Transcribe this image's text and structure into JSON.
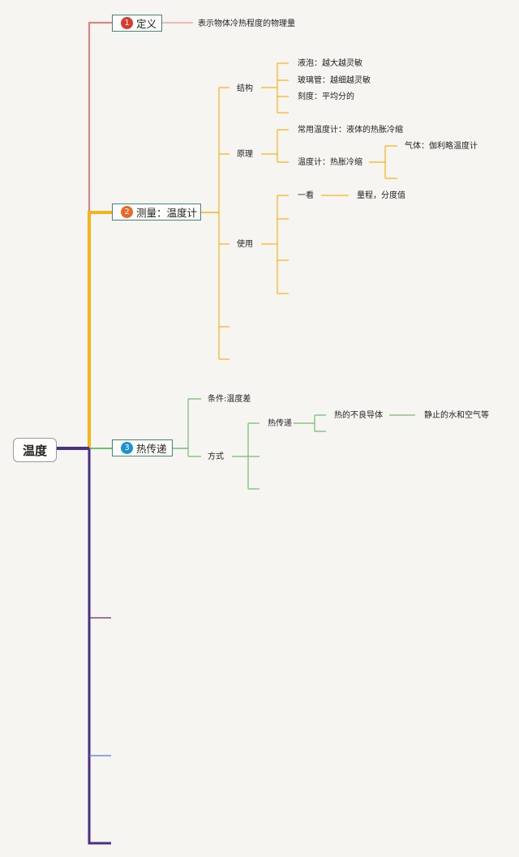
{
  "root": {
    "label": "温度"
  },
  "topics": [
    {
      "number": "1",
      "label": "定义",
      "color": "#ef7a7a",
      "badge_color": "#d83b2e",
      "notes": [
        "表示物体冷热程度的物理量"
      ]
    },
    {
      "number": "2",
      "label": "测量：温度计",
      "color": "#f5b41c",
      "badge_color": "#e8692a",
      "branches": [
        {
          "label": "结构",
          "items": [
            "液泡：越大越灵敏",
            "玻璃管：越细越灵敏",
            "刻度：平均分的"
          ]
        },
        {
          "label": "原理",
          "items": [
            "常用温度计：液体的热胀冷缩",
            "温度计：热胀冷缩"
          ],
          "sub_items": [
            "气体：伽利略温度计"
          ]
        },
        {
          "label": "使用",
          "items": [
            "一看"
          ],
          "sub_items": [
            "量程，分度值"
          ]
        }
      ]
    },
    {
      "number": "3",
      "label": "热传递",
      "color": "#72bd6e",
      "badge_color": "#1d8fd6",
      "branches": [
        {
          "label": "条件:温度差"
        },
        {
          "label": "方式",
          "items": [
            "热传递"
          ],
          "sub_items": [
            "热的不良导体"
          ],
          "leaf": [
            "静止的水和空气等"
          ]
        }
      ]
    }
  ],
  "colors": {
    "trunk": "#4a2f8a",
    "stub_purple": "#6b2a62",
    "stub_blue": "#4d7bdc"
  }
}
